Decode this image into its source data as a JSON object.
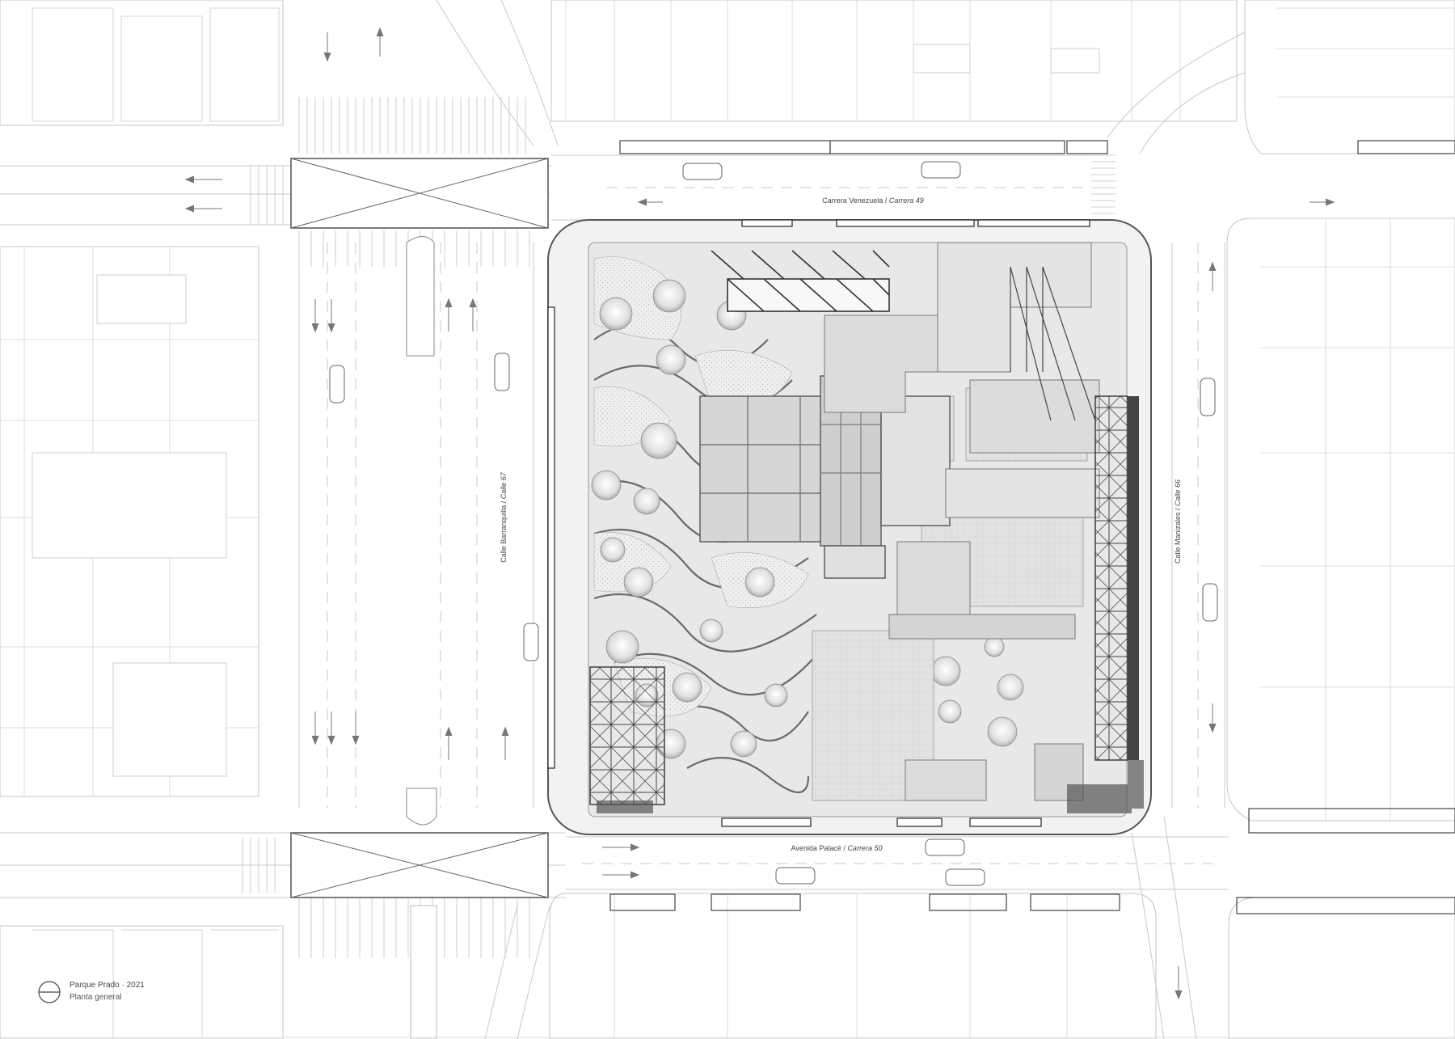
{
  "streets": {
    "north": {
      "main": "Carrera Venezuela",
      "alt": "Carrera 49"
    },
    "west": {
      "main": "Calle Barranquilla",
      "alt": "Calle 67"
    },
    "east": {
      "main": "Calle Manizales",
      "alt": "Calle 66"
    },
    "south": {
      "main": "Avenida Palacé",
      "alt": "Carrera 50"
    }
  },
  "separator": " / ",
  "legend": {
    "title": "Parque Prado · 2021",
    "subtitle": "Planta general"
  },
  "colors": {
    "background": "#ffffff",
    "line": "#b5b5b5",
    "dark": "#5a5a5a",
    "park": "#e6e6e6",
    "building": "#d2d2d2"
  }
}
